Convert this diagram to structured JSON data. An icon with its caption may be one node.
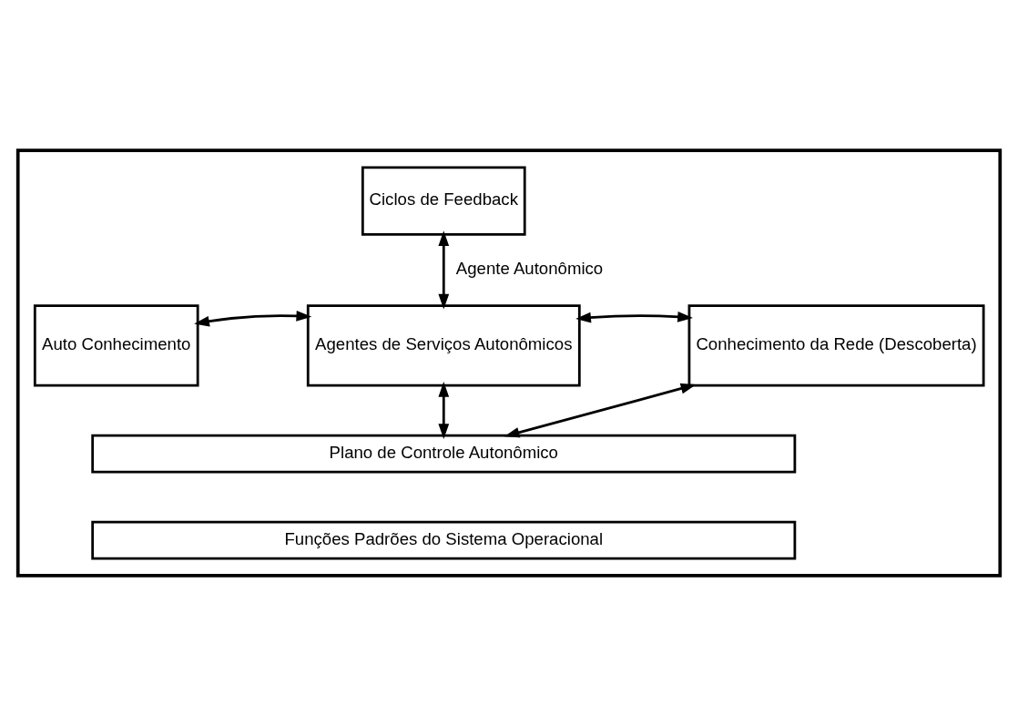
{
  "diagram": {
    "nodes": [
      {
        "text": [],
        "shape": "box"
      },
      {
        "text": [
          "Ciclos de Feedback"
        ],
        "in": 0
      },
      {
        "text": [
          "Auto Conhecimento"
        ],
        "in": 0
      },
      {
        "text": [
          "Agentes de Serviços Autonômicos"
        ],
        "in": 0
      },
      {
        "text": [
          "Conhecimento da Rede (Descoberta)"
        ],
        "in": 0
      },
      {
        "text": [
          "Plano de Controle Autonômico"
        ],
        "in": 0
      },
      {
        "text": [
          "Funções Padrões do Sistema Operacional"
        ],
        "in": 0
      }
    ],
    "edges": [
      {
        "from": 1,
        "to": 3,
        "arrow": "both",
        "label": "Agente Autonômico"
      },
      {
        "from": 2,
        "to": 3,
        "arrow": "both"
      },
      {
        "from": 3,
        "to": 4,
        "arrow": "both"
      },
      {
        "from": 3,
        "to": 5,
        "arrow": "both"
      },
      {
        "from": 4,
        "to": 5,
        "arrow": "both"
      }
    ]
  }
}
